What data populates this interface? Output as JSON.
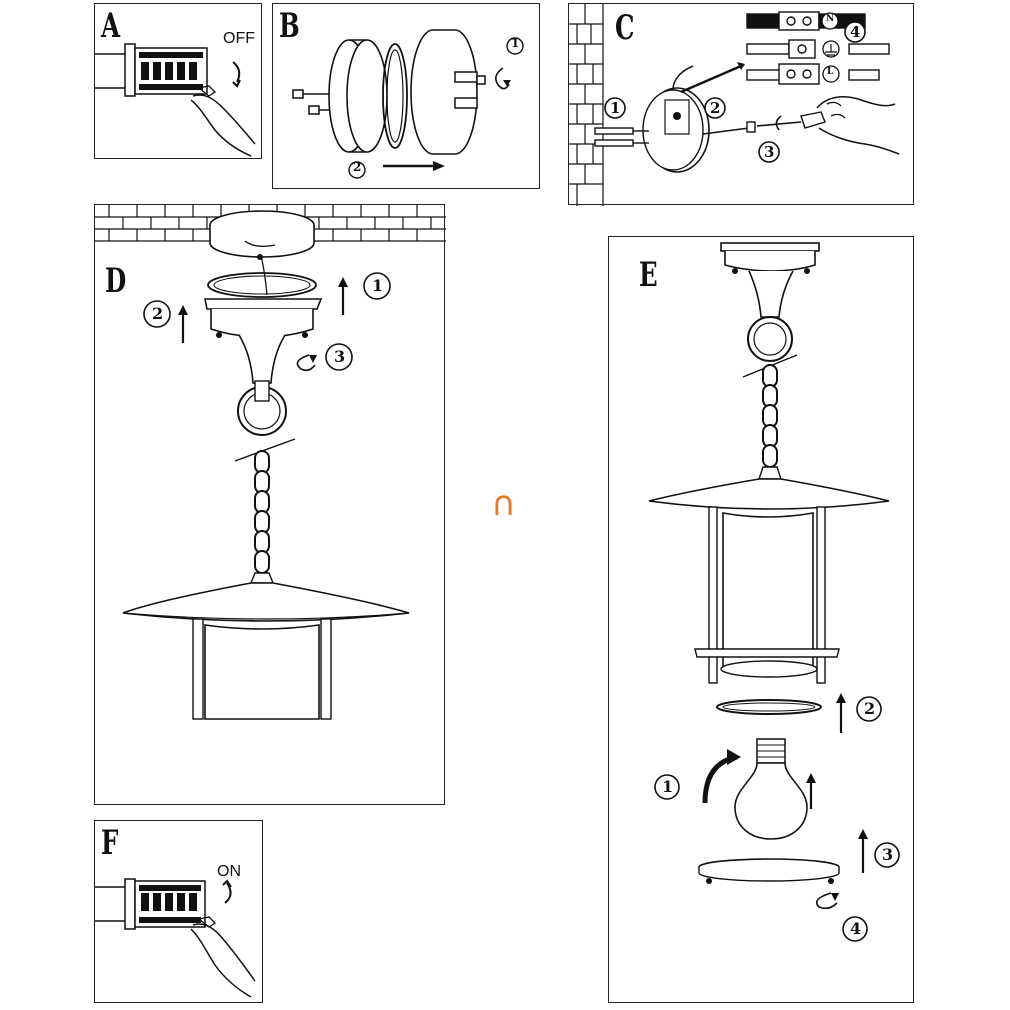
{
  "panels": {
    "a": {
      "letter": "A",
      "switch_label": "OFF"
    },
    "b": {
      "letter": "B",
      "step1": "1",
      "step2": "2"
    },
    "c": {
      "letter": "C",
      "step1": "1",
      "step2": "2",
      "step3": "3",
      "step4": "4",
      "terminal_n": "N",
      "terminal_l": "L"
    },
    "d": {
      "letter": "D",
      "step1": "1",
      "step2": "2",
      "step3": "3"
    },
    "e": {
      "letter": "E",
      "step1": "1",
      "step2": "2",
      "step3": "3",
      "step4": "4"
    },
    "f": {
      "letter": "F",
      "switch_label": "ON"
    }
  },
  "center_mark": "∩",
  "colors": {
    "line": "#111111",
    "accent": "#e87722"
  }
}
